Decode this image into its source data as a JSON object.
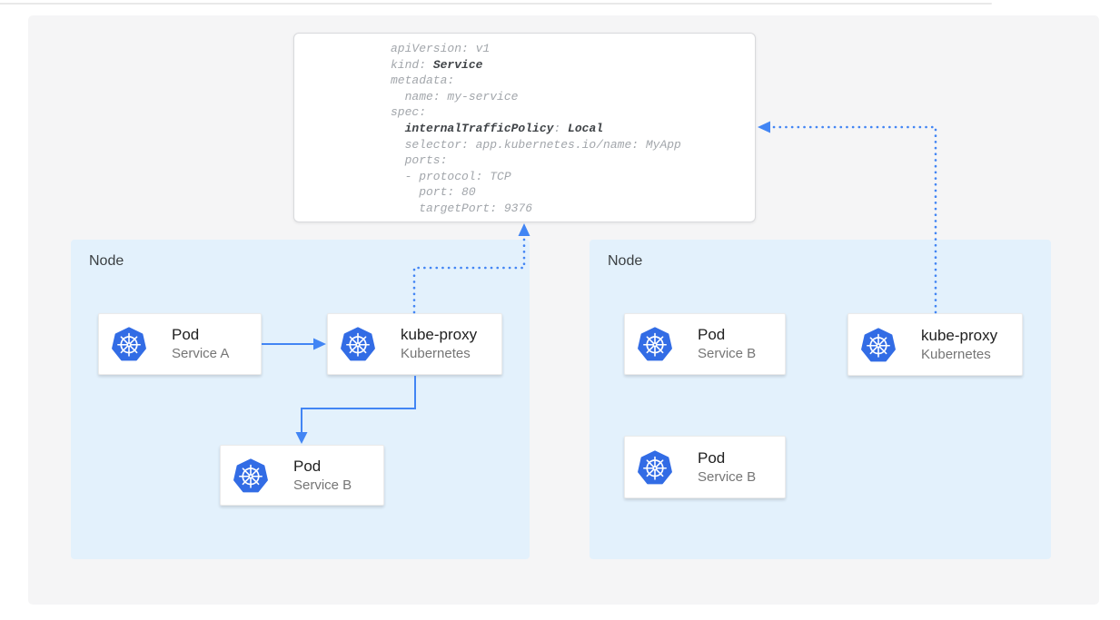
{
  "yaml_panel": {
    "lines": [
      {
        "pre": "apiVersion: v1"
      },
      {
        "pre": "kind: ",
        "b1": "Service"
      },
      {
        "pre": "metadata:"
      },
      {
        "pre": "  name: my-service"
      },
      {
        "pre": "spec:"
      },
      {
        "pre": "  ",
        "b1": "internalTrafficPolicy",
        "mid": ": ",
        "b2": "Local"
      },
      {
        "pre": "  selector: app.kubernetes.io/name: MyApp"
      },
      {
        "pre": "  ports:"
      },
      {
        "pre": "  - protocol: TCP"
      },
      {
        "pre": "    port: 80"
      },
      {
        "pre": "    targetPort: 9376"
      }
    ]
  },
  "nodes": {
    "left": {
      "label": "Node",
      "cards": [
        {
          "title": "Pod",
          "subtitle": "Service A"
        },
        {
          "title": "kube-proxy",
          "subtitle": "Kubernetes"
        },
        {
          "title": "Pod",
          "subtitle": "Service B"
        }
      ]
    },
    "right": {
      "label": "Node",
      "cards": [
        {
          "title": "Pod",
          "subtitle": "Service B"
        },
        {
          "title": "kube-proxy",
          "subtitle": "Kubernetes"
        },
        {
          "title": "Pod",
          "subtitle": "Service B"
        }
      ]
    }
  },
  "icons": {
    "kubernetes": "kubernetes-helm-wheel"
  },
  "colors": {
    "arrow_blue": "#4285f4",
    "kubernetes_blue": "#326ce5",
    "node_background": "#e3f1fc",
    "canvas_background": "#f5f5f6",
    "yaml_text": "#a2a6ab",
    "yaml_bold_text": "#3f4347"
  }
}
